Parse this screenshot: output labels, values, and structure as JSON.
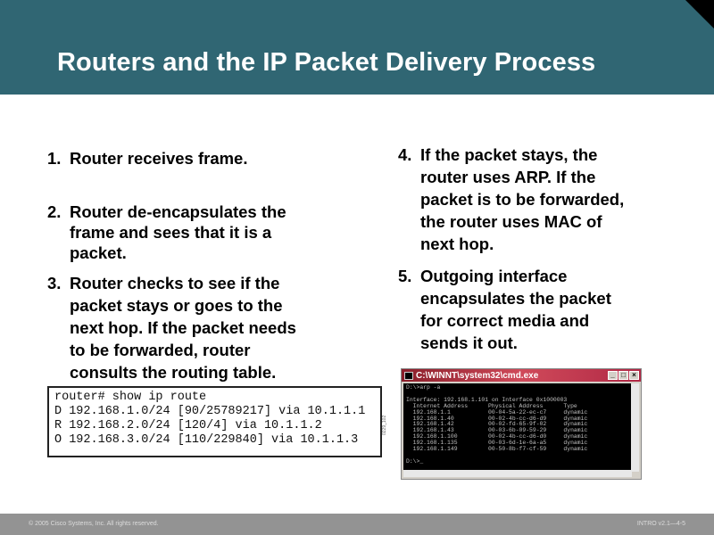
{
  "header": {
    "title": "Routers and the IP Packet Delivery Process",
    "background_color": "#306673"
  },
  "steps_left": [
    {
      "num": "1.",
      "text": "Router receives frame."
    },
    {
      "num": "2.",
      "text": "Router de-encapsulates the\nframe and sees that it is a\npacket."
    },
    {
      "num": "3.",
      "text": "Router checks to see if the\npacket stays or goes to the\nnext hop. If the packet needs\nto be forwarded, router\nconsults the routing table."
    }
  ],
  "steps_right": [
    {
      "num": "4.",
      "text": "If the packet stays, the\nrouter uses ARP. If the\npacket is to be forwarded,\nthe router uses MAC of\nnext hop."
    },
    {
      "num": "5.",
      "text": "Outgoing interface\nencapsulates the packet\nfor correct media and\nsends it out."
    }
  ],
  "routing_table": {
    "lines": [
      "router# show ip route",
      "D 192.168.1.0/24 [90/25789217] via 10.1.1.1",
      "R 192.168.2.0/24 [120/4] via 10.1.1.2",
      "O 192.168.3.0/24 [110/229840] via 10.1.1.3"
    ],
    "figure_id": "0229_102"
  },
  "cmd_window": {
    "title": "C:\\WINNT\\system32\\cmd.exe",
    "buttons": [
      "_",
      "□",
      "×"
    ],
    "output": "D:\\>arp -a\n\nInterface: 192.168.1.101 on Interface 0x1000003\n  Internet Address      Physical Address      Type\n  192.168.1.1           00-04-5a-22-ec-c7     dynamic\n  192.168.1.40          00-02-4b-cc-d6-d9     dynamic\n  192.168.1.42          00-02-fd-65-9f-02     dynamic\n  192.168.1.43          00-03-6b-09-59-29     dynamic\n  192.168.1.100         00-02-4b-cc-d6-d0     dynamic\n  192.168.1.135         00-03-6d-1e-6a-a5     dynamic\n  192.168.1.149         00-50-8b-f7-cf-59     dynamic\n\nD:\\>_"
  },
  "footer": {
    "copyright": "© 2005 Cisco Systems, Inc. All rights reserved.",
    "slide_id": "INTRO v2.1—4-5"
  }
}
